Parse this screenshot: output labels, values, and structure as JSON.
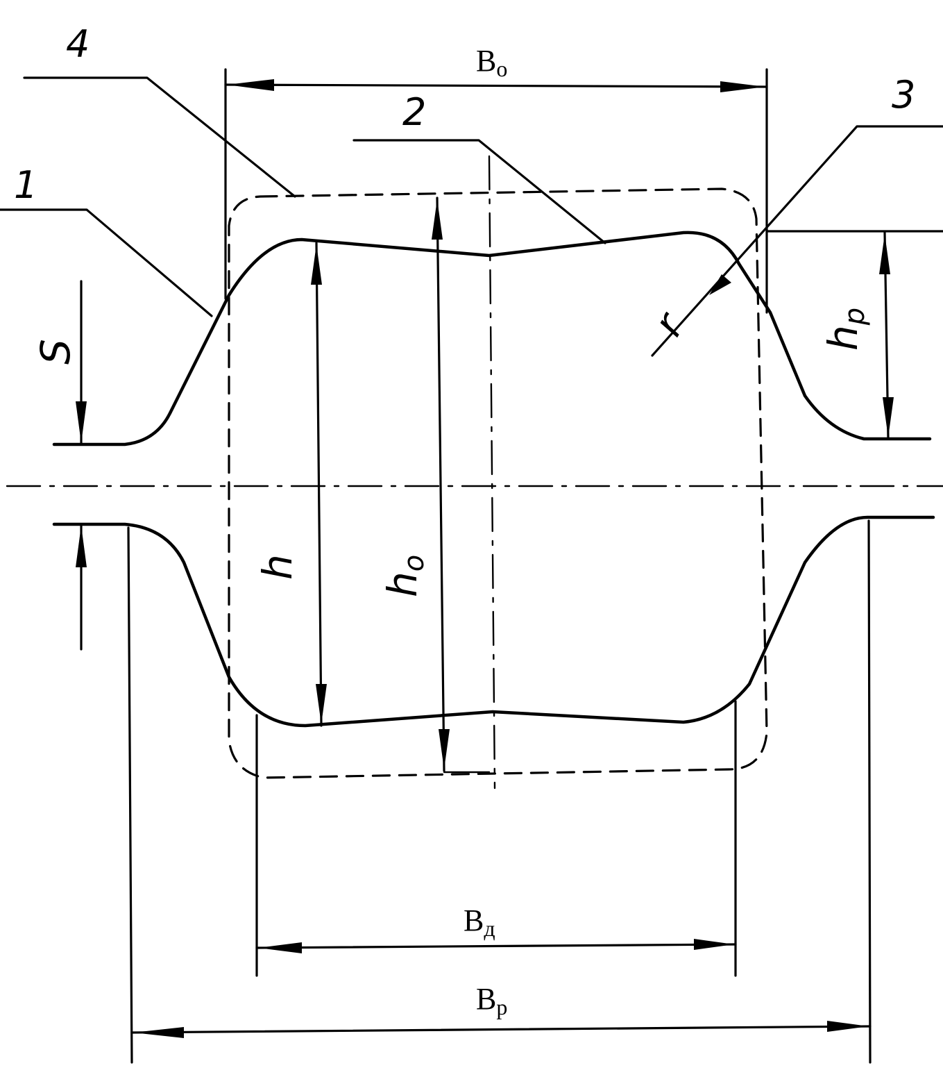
{
  "labels": {
    "b0": {
      "main": "B",
      "sub": "o"
    },
    "bd": {
      "main": "B",
      "sub": "д"
    },
    "bp": {
      "main": "B",
      "sub": "p"
    },
    "h": "h",
    "h0": {
      "main": "h",
      "sub": "o"
    },
    "hp": {
      "main": "h",
      "sub": "p"
    },
    "s": "S",
    "r": "r"
  },
  "callouts": {
    "c1": "1",
    "c2": "2",
    "c3": "3",
    "c4": "4"
  },
  "colors": {
    "ink": "#000000",
    "background": "#ffffff"
  }
}
